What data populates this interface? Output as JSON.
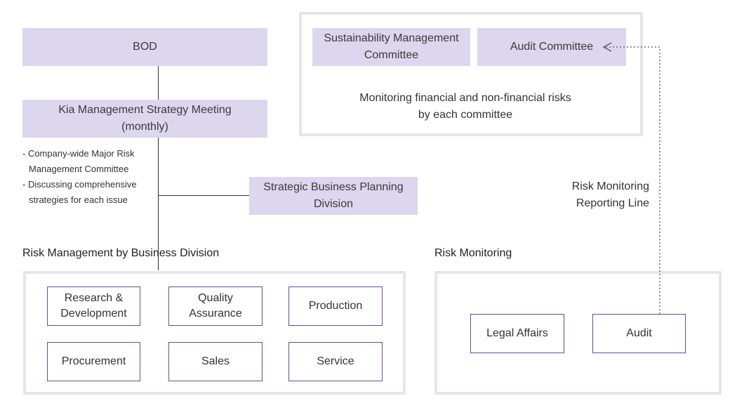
{
  "colors": {
    "box_fill": "#dcd7ef",
    "box_border": "#6a4c93",
    "panel_border": "#e6e6e6"
  },
  "left": {
    "bod": "BOD",
    "strategy_meeting": {
      "line1": "Kia Management Strategy Meeting",
      "line2": "(monthly)"
    },
    "notes": [
      {
        "line1": "- Company-wide Major Risk",
        "line2": "Management Committee"
      },
      {
        "line1": "- Discussing comprehensive",
        "line2": "strategies for each issue"
      }
    ],
    "planning_division": {
      "line1": "Strategic Business Planning",
      "line2": "Division"
    }
  },
  "committees": {
    "sustainability": {
      "line1": "Sustainability Management",
      "line2": "Committee"
    },
    "audit_committee": "Audit Committee",
    "description": {
      "line1": "Monitoring financial and non-financial risks",
      "line2": "by each committee"
    }
  },
  "reporting_line": {
    "line1": "Risk Monitoring",
    "line2": "Reporting Line"
  },
  "business_division": {
    "title": "Risk Management by Business Division",
    "units": [
      {
        "line1": "Research &",
        "line2": "Development"
      },
      {
        "line1": "Quality",
        "line2": "Assurance"
      },
      {
        "line1": "Production",
        "line2": ""
      },
      {
        "line1": "Procurement",
        "line2": ""
      },
      {
        "line1": "Sales",
        "line2": ""
      },
      {
        "line1": "Service",
        "line2": ""
      }
    ]
  },
  "risk_monitoring": {
    "title": "Risk Monitoring",
    "units": [
      {
        "label": "Legal Affairs"
      },
      {
        "label": "Audit"
      }
    ]
  }
}
